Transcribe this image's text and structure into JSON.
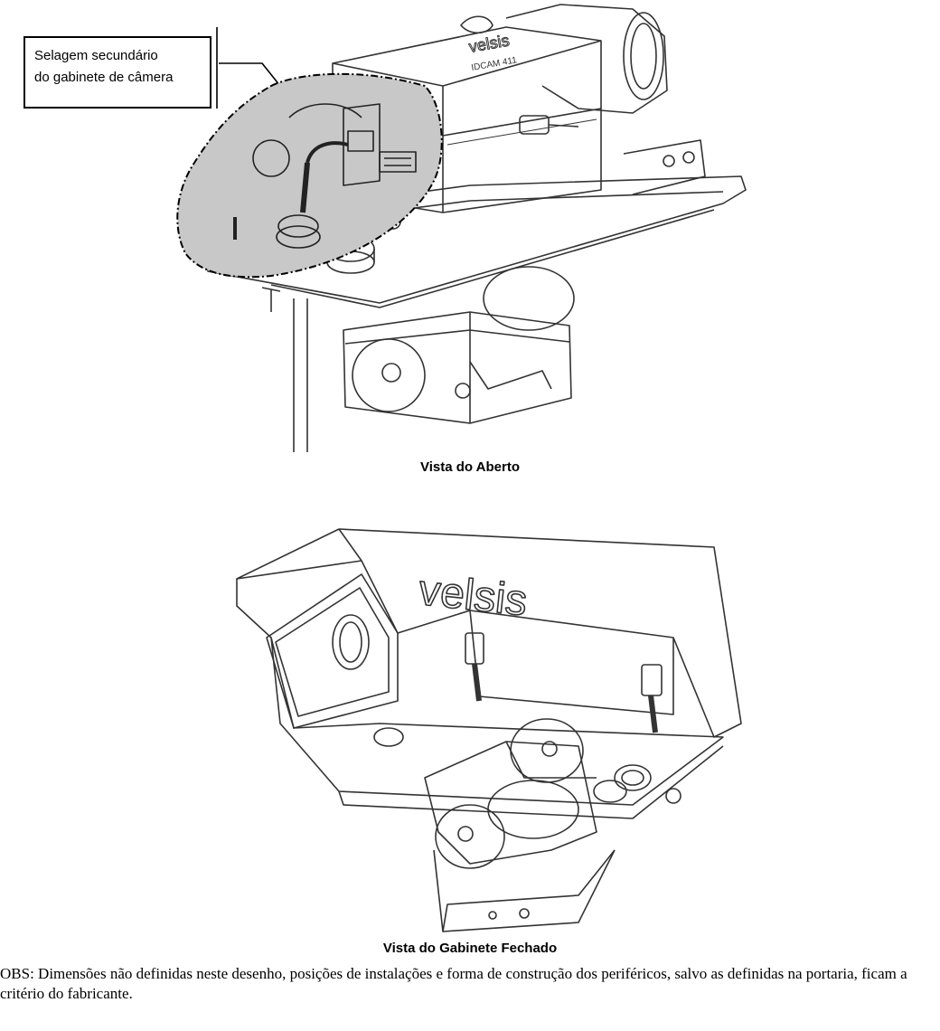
{
  "callout": {
    "line1": "Selagem secundário",
    "line2": "do gabinete de câmera"
  },
  "captions": {
    "open_view": "Vista do Aberto",
    "closed_view": "Vista do Gabinete Fechado"
  },
  "brand_logo": "velsis",
  "camera_model": "IDCAM 411",
  "note": "OBS: Dimensões não definidas neste desenho, posições de instalações e forma de construção dos periféricos, salvo as definidas na portaria, ficam a critério do fabricante.",
  "colors": {
    "line": "#333333",
    "highlight": "#c8c8c8",
    "background": "#ffffff"
  }
}
